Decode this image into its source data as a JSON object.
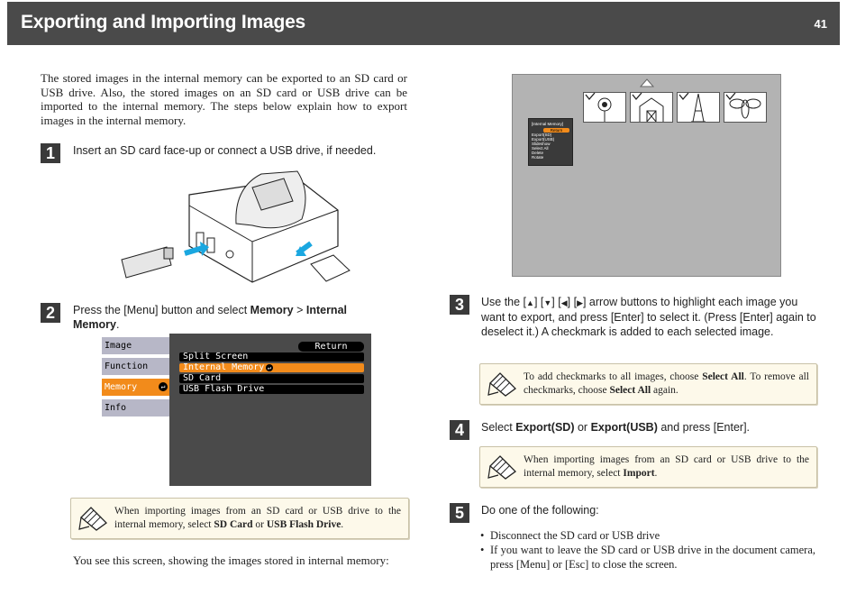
{
  "header": {
    "title": "Exporting and Importing Images",
    "page_number": "41"
  },
  "intro": "The stored images in the internal memory can be exported to an SD card or USB drive. Also, the stored images on an SD card or USB drive can be imported to the internal memory. The steps below explain how to export images in the internal memory.",
  "steps": [
    {
      "number": "1",
      "text": "Insert an SD card face-up or connect a USB drive, if needed."
    },
    {
      "number": "2",
      "text_prefix": "Press the [Menu] button and select ",
      "bold1": "Memory",
      "sep": " > ",
      "bold2": "Internal Memory",
      "suffix": "."
    },
    {
      "number": "3",
      "text_prefix": "Use the [",
      "up": "▲",
      "mid1": "] [",
      "down": "▼",
      "mid2": "] [",
      "left": "◀",
      "mid3": "] [",
      "right": "▶",
      "text_suffix": "] arrow buttons to highlight each image you want to export, and press [Enter] to select it. (Press [Enter] again to deselect it.) A checkmark is added to each selected image."
    },
    {
      "number": "4",
      "prefix": "Select ",
      "bold1": "Export(SD)",
      "or": " or ",
      "bold2": "Export(USB)",
      "suffix": " and press [Enter]."
    },
    {
      "number": "5",
      "text": "Do one of the following:"
    }
  ],
  "menu": {
    "tabs": [
      "Image",
      "Function",
      "Memory",
      "Info"
    ],
    "selected_tab": "Memory",
    "return_label": "Return",
    "options": [
      "Split Screen",
      "Internal Memory",
      "SD Card",
      "USB Flash Drive"
    ],
    "highlighted_option": "Internal Memory"
  },
  "notes": {
    "note_sd": {
      "pre": "When importing images from an SD card or USB drive to the internal memory, select ",
      "b1": "SD Card",
      "mid": " or ",
      "b2": "USB Flash Drive",
      "post": "."
    },
    "note_select": {
      "pre": "To add checkmarks to all images, choose ",
      "b1": "Select All",
      "mid": ". To remove all checkmarks, choose ",
      "b2": "Select All",
      "post": " again."
    },
    "note_import": {
      "pre": "When importing images from an SD card or USB drive to the internal memory, select ",
      "b1": "Import",
      "post": "."
    }
  },
  "screen_menu": {
    "title": "[Internal Memory]",
    "items": [
      "Return",
      "Export(SD)",
      "Export(USB)",
      "Slideshow",
      "Select All",
      "Delete",
      "Rotate"
    ]
  },
  "caption": "You see this screen, showing the images stored in internal memory:",
  "bullets": [
    "Disconnect the SD card or USB drive",
    "If you want to leave the SD card or USB drive in the document camera, press [Menu] or [Esc] to close the screen."
  ],
  "colors": {
    "header_bg": "#4a4a4a",
    "accent_orange": "#f28b1b",
    "note_bg": "#fdf9ea",
    "menu_tab": "#b7b7c7"
  }
}
